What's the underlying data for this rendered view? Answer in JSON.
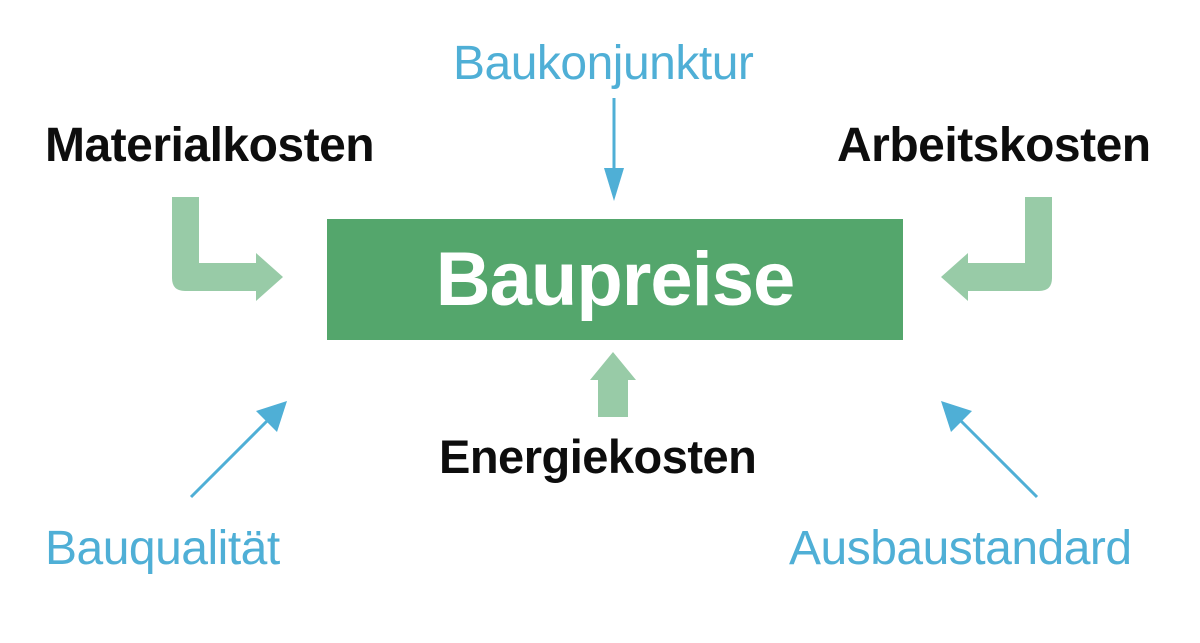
{
  "colors": {
    "primary_green": "#54A66C",
    "light_green": "#98CBA7",
    "blue": "#4FAFD6",
    "text_dark": "#0d0d0d",
    "center_text": "#ffffff"
  },
  "center": {
    "label": "Baupreise"
  },
  "strong_factors": {
    "left_top": "Materialkosten",
    "right_top": "Arbeitskosten",
    "bottom": "Energiekosten"
  },
  "weak_factors": {
    "top": "Baukonjunktur",
    "bottom_left": "Bauqualität",
    "bottom_right": "Ausbaustandard"
  },
  "icons": {
    "thick_arrows": "bent-block-arrow-icon",
    "thin_arrows": "thin-arrow-icon"
  }
}
